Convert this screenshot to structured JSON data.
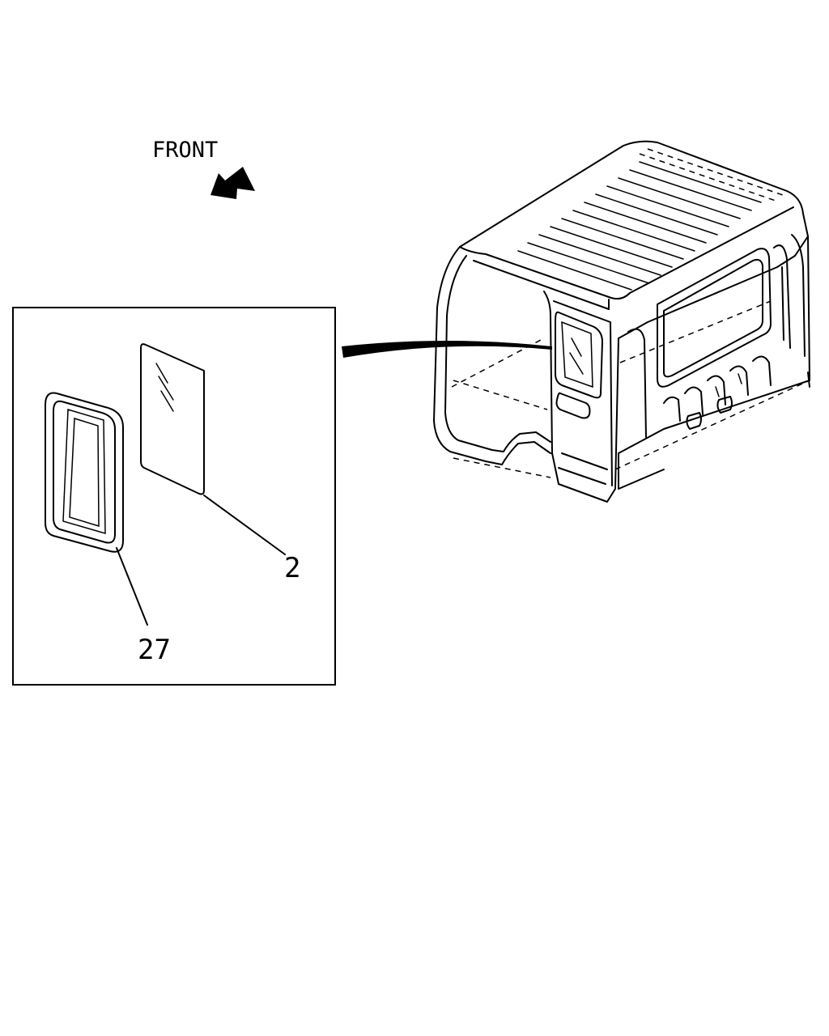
{
  "labels": {
    "front": "FRONT",
    "part_glass": "2",
    "part_weatherstrip": "27"
  },
  "colors": {
    "line": "#000000",
    "background": "#ffffff"
  }
}
